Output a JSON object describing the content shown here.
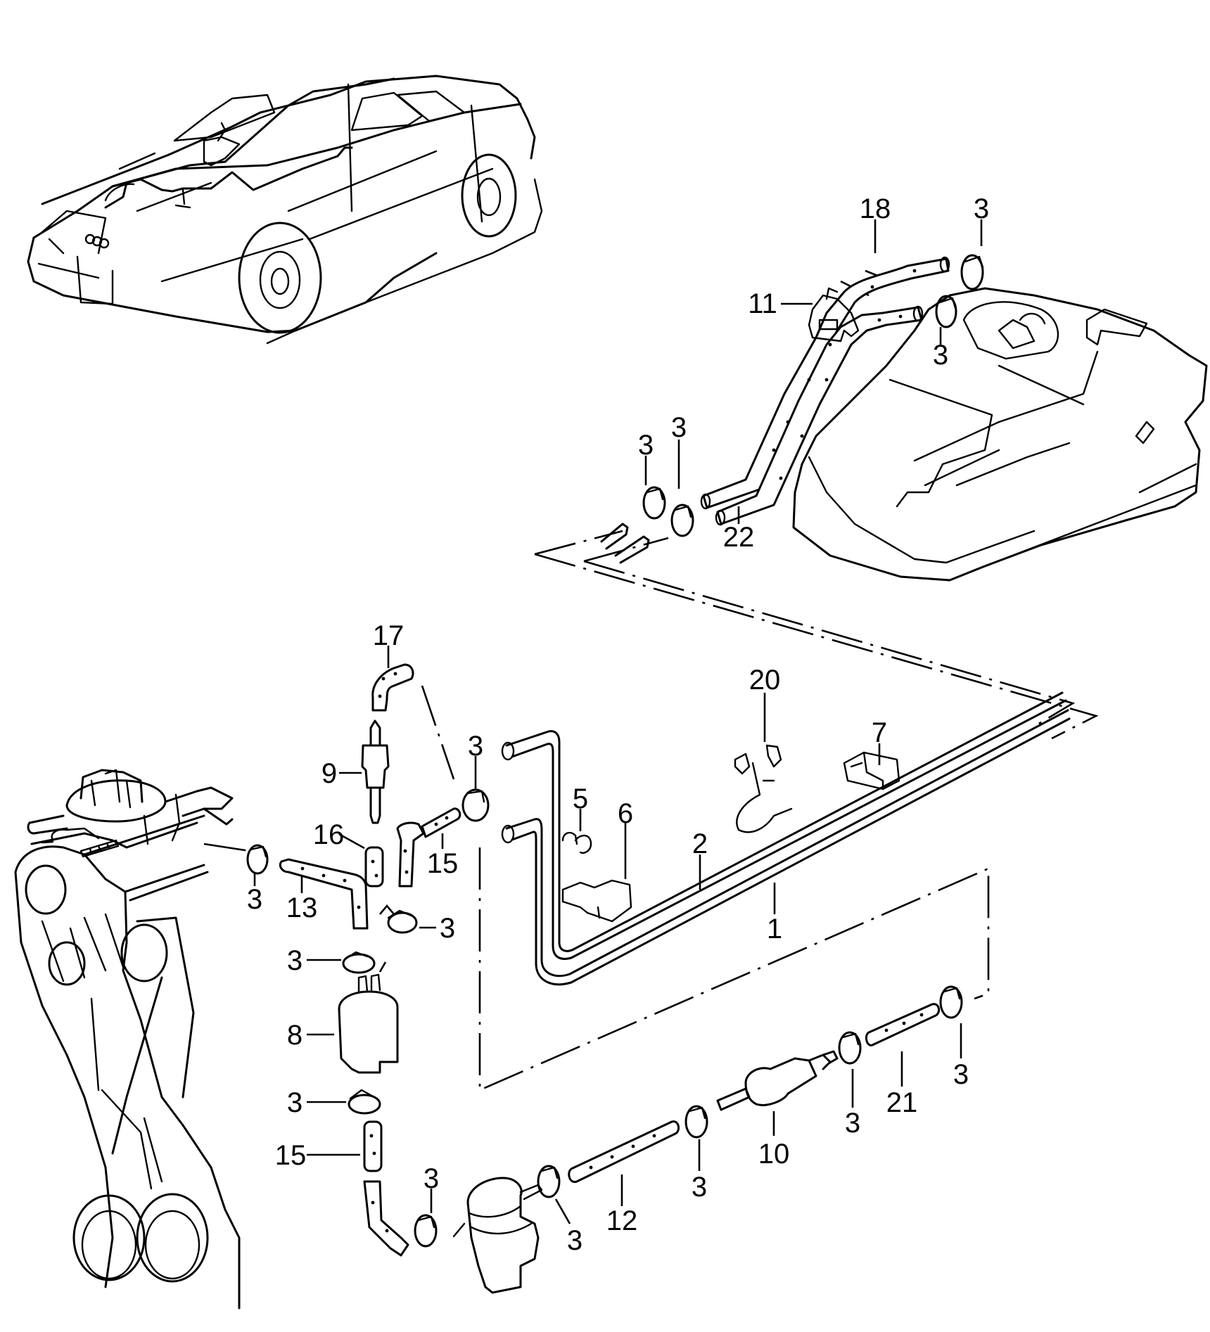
{
  "diagram": {
    "title": "Fuel supply system exploded parts diagram",
    "colors": {
      "line": "#000000",
      "background": "#ffffff"
    },
    "overview": "vehicle-outline-with-fuel-line-routing",
    "assemblies": {
      "car": "sedan-overview",
      "tank": "fuel-tank",
      "engine": "engine-front-with-carburetor-and-belt-pulleys",
      "pump": "fuel-pump"
    },
    "callouts": [
      {
        "id": "c18a",
        "label": "18",
        "part": "hose"
      },
      {
        "id": "c3a",
        "label": "3",
        "part": "hose-clamp"
      },
      {
        "id": "c11",
        "label": "11",
        "part": "retainer-clip"
      },
      {
        "id": "c3b",
        "label": "3",
        "part": "hose-clamp"
      },
      {
        "id": "c3c",
        "label": "3",
        "part": "hose-clamp"
      },
      {
        "id": "c3d",
        "label": "3",
        "part": "hose-clamp"
      },
      {
        "id": "c22",
        "label": "22",
        "part": "hose"
      },
      {
        "id": "c17",
        "label": "17",
        "part": "elbow-hose"
      },
      {
        "id": "c20",
        "label": "20",
        "part": "strap-bracket"
      },
      {
        "id": "c7",
        "label": "7",
        "part": "line-holder"
      },
      {
        "id": "c3e",
        "label": "3",
        "part": "hose-clamp"
      },
      {
        "id": "c9",
        "label": "9",
        "part": "valve"
      },
      {
        "id": "c5",
        "label": "5",
        "part": "clip"
      },
      {
        "id": "c6",
        "label": "6",
        "part": "line-holder"
      },
      {
        "id": "c16",
        "label": "16",
        "part": "hose-piece"
      },
      {
        "id": "c15a",
        "label": "15",
        "part": "hose"
      },
      {
        "id": "c2",
        "label": "2",
        "part": "return-line"
      },
      {
        "id": "c3f",
        "label": "3",
        "part": "hose-clamp"
      },
      {
        "id": "c13",
        "label": "13",
        "part": "hose"
      },
      {
        "id": "c1",
        "label": "1",
        "part": "fuel-line-set"
      },
      {
        "id": "c3g",
        "label": "3",
        "part": "hose-clamp"
      },
      {
        "id": "c3h",
        "label": "3",
        "part": "hose-clamp"
      },
      {
        "id": "c8",
        "label": "8",
        "part": "fuel-filter"
      },
      {
        "id": "c3i",
        "label": "3",
        "part": "hose-clamp"
      },
      {
        "id": "c3j",
        "label": "3",
        "part": "hose-clamp"
      },
      {
        "id": "c21",
        "label": "21",
        "part": "hose"
      },
      {
        "id": "c3k",
        "label": "3",
        "part": "hose-clamp"
      },
      {
        "id": "c15b",
        "label": "15",
        "part": "hose"
      },
      {
        "id": "c10",
        "label": "10",
        "part": "inline-filter"
      },
      {
        "id": "c3l",
        "label": "3",
        "part": "hose-clamp"
      },
      {
        "id": "c3m",
        "label": "3",
        "part": "hose-clamp"
      },
      {
        "id": "c12",
        "label": "12",
        "part": "hose"
      },
      {
        "id": "c3n",
        "label": "3",
        "part": "hose-clamp"
      }
    ]
  }
}
